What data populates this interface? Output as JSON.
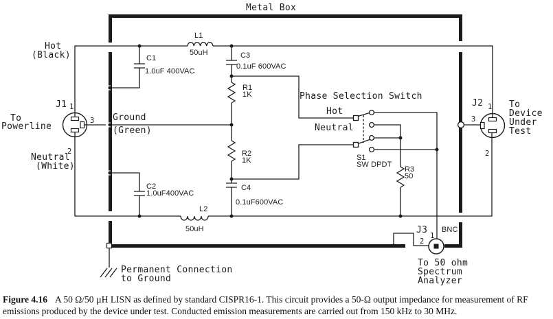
{
  "schematic": {
    "box_label": "Metal Box",
    "wires": {
      "hot": "Hot",
      "hot_color": "(Black)",
      "ground": "Ground",
      "ground_color": "(Green)",
      "neutral": "Neutral",
      "neutral_color": "(White)"
    },
    "j1": {
      "ref": "J1",
      "pin1": "1",
      "pin2": "2",
      "pin3": "3",
      "dest": [
        "To",
        "Powerline"
      ]
    },
    "j2": {
      "ref": "J2",
      "pin1": "1",
      "pin2": "2",
      "pin3": "3",
      "dest": [
        "To",
        "Device",
        "Under",
        "Test"
      ]
    },
    "j3": {
      "ref": "J3",
      "pin1": "1",
      "pin2": "2",
      "type": "BNC",
      "dest": [
        "To 50 ohm",
        "Spectrum",
        "Analyzer"
      ]
    },
    "components": {
      "c1": {
        "ref": "C1",
        "value": "1.0uF 400VAC"
      },
      "c2": {
        "ref": "C2",
        "value": "1.0uF400VAC"
      },
      "c3": {
        "ref": "C3",
        "value": "0.1uF 600VAC"
      },
      "c4": {
        "ref": "C4",
        "value": "0.1uF600VAC"
      },
      "l1": {
        "ref": "L1",
        "value": "50uH"
      },
      "l2": {
        "ref": "L2",
        "value": "50uH"
      },
      "r1": {
        "ref": "R1",
        "value": "1K"
      },
      "r2": {
        "ref": "R2",
        "value": "1K"
      },
      "r3": {
        "ref": "R3",
        "value": "50"
      },
      "s1": {
        "ref": "S1",
        "value": "SW DPDT"
      }
    },
    "switch": {
      "title": "Phase Selection Switch",
      "hot": "Hot",
      "neutral": "Neutral"
    },
    "ground_note": [
      "Permanent Connection",
      "to Ground"
    ]
  },
  "caption": {
    "figure": "Figure 4.16",
    "text": "A 50 Ω/50 µH LISN as defined by standard CISPR16-1. This circuit provides a 50-Ω output impedance for measurement of RF emissions produced by the device under test. Conducted emission measurements are carried out from 150 kHz to 30 MHz."
  },
  "colors": {
    "ink": "#1b1b1b",
    "background": "#ffffff"
  }
}
